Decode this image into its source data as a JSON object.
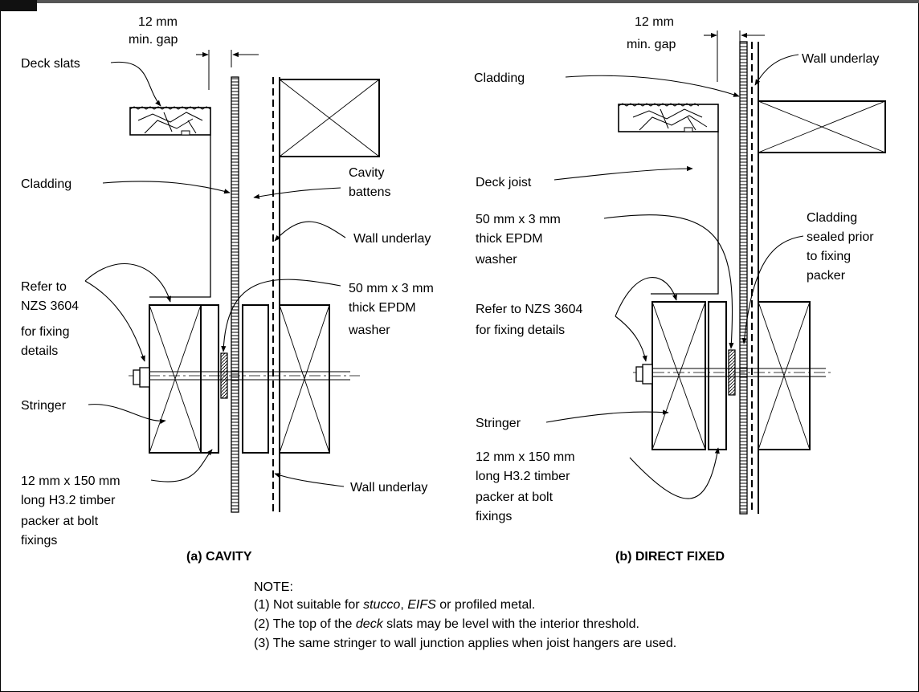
{
  "left": {
    "gap_line1": "12 mm",
    "gap_line2": "min. gap",
    "deck_slats": "Deck slats",
    "cladding": "Cladding",
    "cavity_line1": "Cavity",
    "cavity_line2": "battens",
    "wall_underlay_top": "Wall underlay",
    "refer_1": "Refer to",
    "refer_2": "NZS 3604",
    "refer_3": "for fixing",
    "refer_4": "details",
    "washer_1": "50 mm x 3 mm",
    "washer_2": "thick EPDM",
    "washer_3": "washer",
    "stringer": "Stringer",
    "packer_1": "12 mm x 150 mm",
    "packer_2": "long H3.2 timber",
    "packer_3": "packer at bolt",
    "packer_4": "fixings",
    "wall_underlay_bottom": "Wall underlay",
    "caption": "(a) CAVITY"
  },
  "right": {
    "gap_line1": "12 mm",
    "gap_line2": "min. gap",
    "wall_underlay": "Wall underlay",
    "cladding": "Cladding",
    "deck_joist": "Deck joist",
    "washer_1": "50 mm x 3 mm",
    "washer_2": "thick EPDM",
    "washer_3": "washer",
    "sealed_1": "Cladding",
    "sealed_2": "sealed prior",
    "sealed_3": "to fixing",
    "sealed_4": "packer",
    "refer_1": "Refer to NZS 3604",
    "refer_2": "for fixing details",
    "stringer": "Stringer",
    "packer_1": "12 mm x 150 mm",
    "packer_2": "long H3.2 timber",
    "packer_3": "packer at bolt",
    "packer_4": "fixings",
    "caption": "(b) DIRECT FIXED"
  },
  "notes": {
    "heading": "NOTE:",
    "n1_a": "(1) Not suitable for ",
    "n1_b": "stucco",
    "n1_c": ", ",
    "n1_d": "EIFS",
    "n1_e": " or profiled metal.",
    "n2_a": "(2) The top of the ",
    "n2_b": "deck",
    "n2_c": " slats may be level with the interior threshold.",
    "n3": "(3) The same stringer to wall junction applies when joist hangers are used."
  }
}
